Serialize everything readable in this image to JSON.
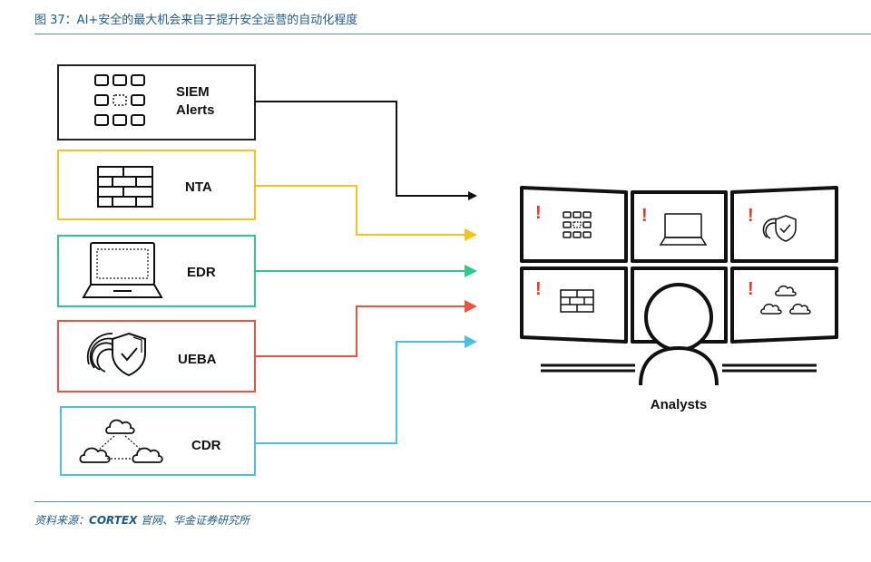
{
  "figure": {
    "title": "图 37：AI+安全的最大机会来自于提升安全运营的自动化程度",
    "source_prefix": "资料来源：",
    "source_brand": "CORTEX",
    "source_rest": " 官网、华金证券研究所"
  },
  "sources": [
    {
      "id": "siem",
      "label_line1": "SIEM",
      "label_line2": "Alerts",
      "color": "#222222",
      "icon": "grid-icon"
    },
    {
      "id": "nta",
      "label_line1": "NTA",
      "label_line2": "",
      "color": "#f5c220",
      "icon": "firewall-icon"
    },
    {
      "id": "edr",
      "label_line1": "EDR",
      "label_line2": "",
      "color": "#2fc98c",
      "icon": "laptop-icon"
    },
    {
      "id": "ueba",
      "label_line1": "UEBA",
      "label_line2": "",
      "color": "#ee5240",
      "icon": "fingerprint-shield-icon"
    },
    {
      "id": "cdr",
      "label_line1": "CDR",
      "label_line2": "",
      "color": "#4cc0e0",
      "icon": "cloud-network-icon"
    }
  ],
  "analysts": {
    "label": "Analysts",
    "alert_mark": "!",
    "screens": [
      "grid-icon",
      "laptop-icon",
      "fingerprint-shield-icon",
      "firewall-icon",
      "analyst-head",
      "cloud-network-icon"
    ]
  }
}
